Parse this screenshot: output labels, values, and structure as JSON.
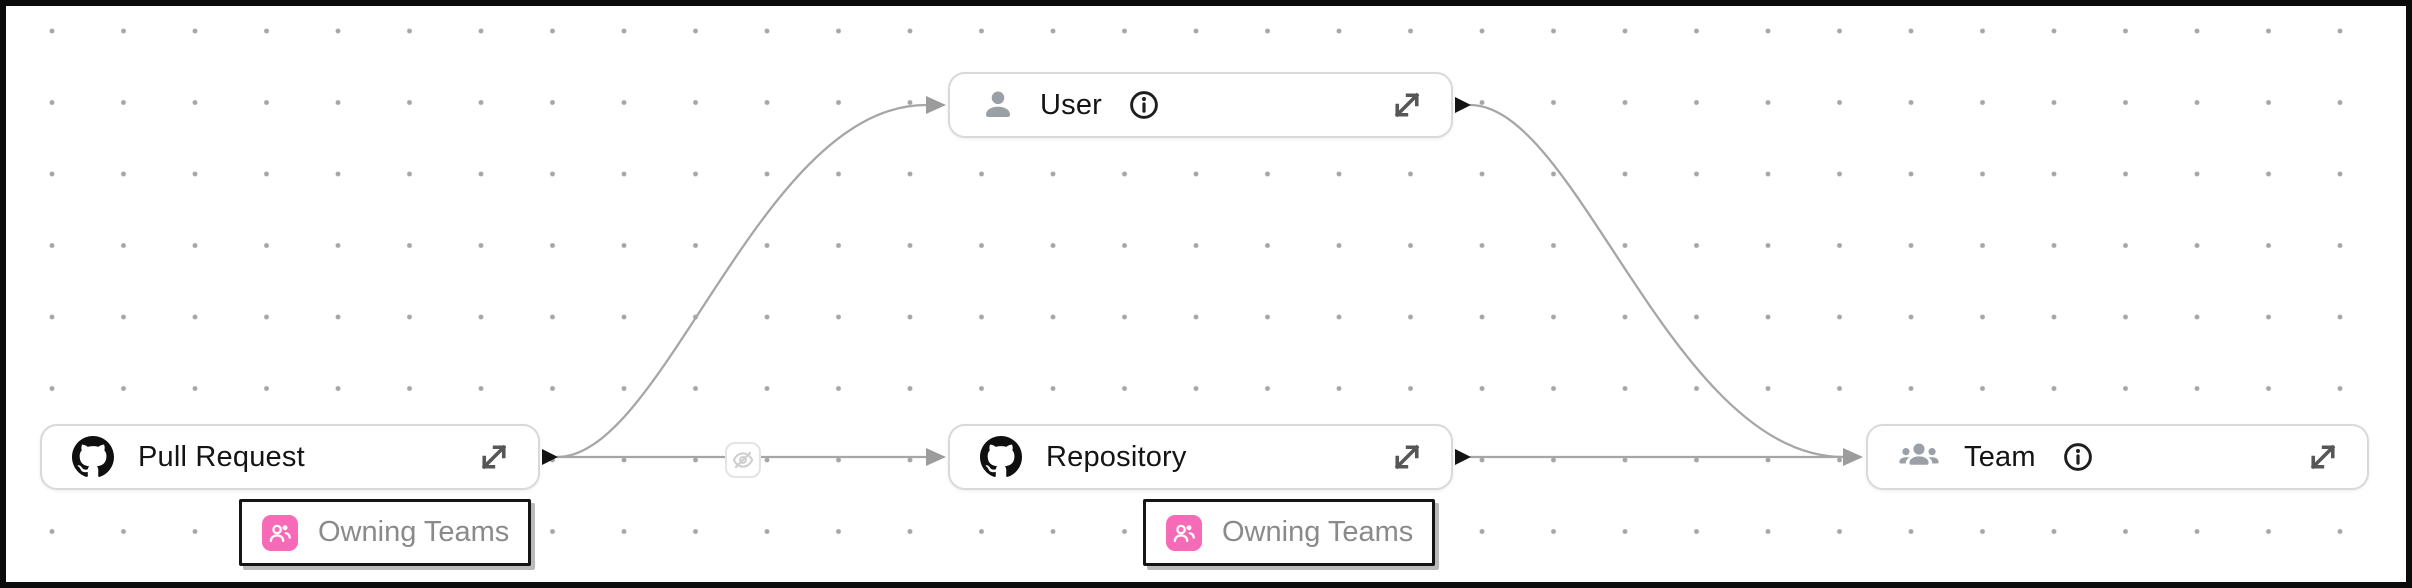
{
  "canvas": {
    "kind": "node-graph-editor",
    "background": "#ffffff",
    "dot_grid_color": "#a6a6a6",
    "frame_color": "#0b0b0b"
  },
  "colors": {
    "edge": "#a6a6a6",
    "edge_arrow": "#9c9c9c",
    "source_handle": "#141414",
    "node_border": "#d9d9d9",
    "node_text": "#141414",
    "muted_text": "#8a8a8a",
    "muted_icon": "#9aa0a6",
    "accent_pink": "#f76ab8"
  },
  "nodes": [
    {
      "id": "pull-request",
      "label": "Pull Request",
      "icon": "github-icon",
      "has_info": false,
      "has_expand": true
    },
    {
      "id": "user",
      "label": "User",
      "icon": "user-icon",
      "has_info": true,
      "has_expand": true
    },
    {
      "id": "repository",
      "label": "Repository",
      "icon": "github-icon",
      "has_info": false,
      "has_expand": true
    },
    {
      "id": "team",
      "label": "Team",
      "icon": "team-icon",
      "has_info": true,
      "has_expand": true
    }
  ],
  "edge_labels": [
    {
      "id": "pull-request-owning-teams",
      "label": "Owning Teams",
      "icon": "owning-teams-icon"
    },
    {
      "id": "repository-owning-teams",
      "label": "Owning Teams",
      "icon": "owning-teams-icon"
    }
  ],
  "edges": [
    {
      "from": "pull-request",
      "to": "user",
      "shape": "bezier"
    },
    {
      "from": "pull-request",
      "to": "repository",
      "shape": "straight",
      "badge": "visibility-off-icon"
    },
    {
      "from": "repository",
      "to": "team",
      "shape": "straight"
    },
    {
      "from": "user",
      "to": "team",
      "shape": "bezier"
    }
  ]
}
